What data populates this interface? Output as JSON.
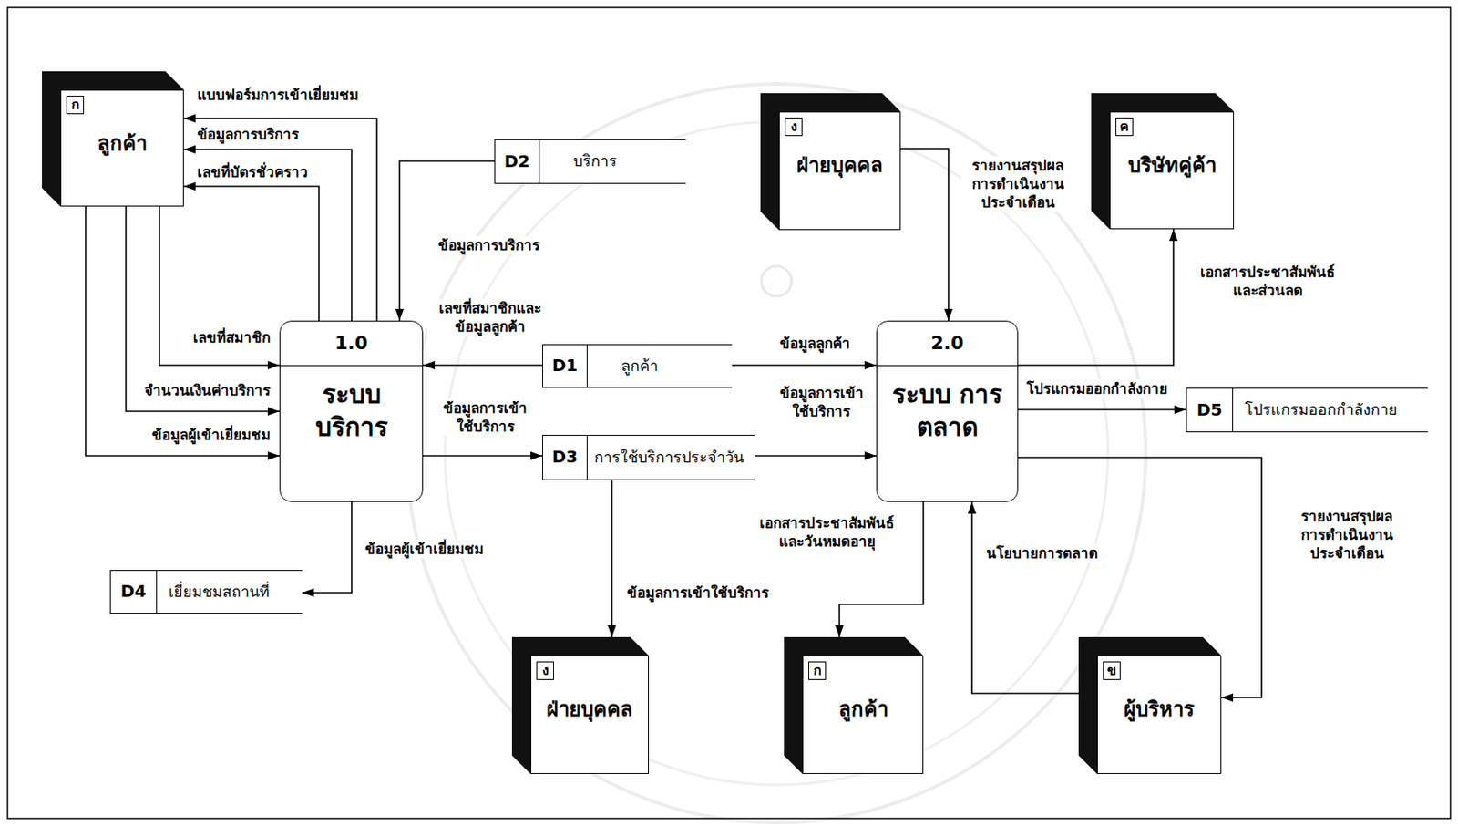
{
  "diagram": {
    "nodes": [
      {
        "text": [
          "ก",
          "ลูกค้า"
        ]
      },
      {
        "text": [
          "D2",
          "บริการ"
        ]
      },
      {
        "text": [
          "ง",
          "ฝ่ายบุคคล"
        ]
      },
      {
        "text": [
          "ค",
          "บริษัทคู่ค้า"
        ]
      },
      {
        "text": [
          "1.0",
          "ระบบ บริการ"
        ]
      },
      {
        "text": [
          "D1",
          "ลูกค้า"
        ]
      },
      {
        "text": [
          "2.0",
          "ระบบ การตลาด"
        ]
      },
      {
        "text": [
          "D5",
          "โปรแกรมออกกำลังกาย"
        ]
      },
      {
        "text": [
          "D3",
          "การใช้บริการประจำวัน"
        ]
      },
      {
        "text": [
          "D4",
          "เยี่ยมชมสถานที่"
        ]
      },
      {
        "text": [
          "ง",
          "ฝ่ายบุคคล"
        ]
      },
      {
        "text": [
          "ก",
          "ลูกค้า"
        ]
      },
      {
        "text": [
          "ข",
          "ผู้บริหาร"
        ]
      }
    ],
    "edges": [
      {
        "from": 4,
        "to": 0,
        "label": "แบบฟอร์มการเข้าเยี่ยมชม",
        "arrow": "to"
      },
      {
        "from": 4,
        "to": 0,
        "label": "ข้อมูลการบริการ",
        "arrow": "to"
      },
      {
        "from": 4,
        "to": 0,
        "label": "เลขที่บัตรชั่วคราว",
        "arrow": "to"
      },
      {
        "from": 0,
        "to": 4,
        "label": "เลขที่สมาชิก",
        "arrow": "to"
      },
      {
        "from": 0,
        "to": 4,
        "label": "จำนวนเงินค่าบริการ",
        "arrow": "to"
      },
      {
        "from": 0,
        "to": 4,
        "label": "ข้อมูลผู้เข้าเยี่ยมชม",
        "arrow": "to"
      },
      {
        "from": 1,
        "to": 4,
        "label": "ข้อมูลการบริการ",
        "arrow": "to"
      },
      {
        "from": 5,
        "to": 4,
        "label": "เลขที่สมาชิกและ ข้อมูลลูกค้า",
        "arrow": "to"
      },
      {
        "from": 4,
        "to": 8,
        "label": "ข้อมูลการเข้า ใช้บริการ",
        "arrow": "to"
      },
      {
        "from": 4,
        "to": 9,
        "label": "ข้อมูลผู้เข้าเยี่ยมชม",
        "arrow": "to"
      },
      {
        "from": 5,
        "to": 6,
        "label": "ข้อมูลลูกค้า",
        "arrow": "to"
      },
      {
        "from": 8,
        "to": 6,
        "label": "ข้อมูลการเข้า ใช้บริการ",
        "arrow": "to"
      },
      {
        "from": 8,
        "to": 10,
        "label": "ข้อมูลการเข้าใช้บริการ",
        "arrow": "to"
      },
      {
        "from": 2,
        "to": 6,
        "label": "รายงานสรุปผล การดำเนินงาน ประจำเดือน",
        "arrow": "to"
      },
      {
        "from": 6,
        "to": 3,
        "label": "เอกสารประชาสัมพันธ์ และส่วนลด",
        "arrow": "to"
      },
      {
        "from": 6,
        "to": 7,
        "label": "โปรแกรมออกกำลังกาย",
        "arrow": "to"
      },
      {
        "from": 6,
        "to": 12,
        "label": "รายงานสรุปผล การดำเนินงาน ประจำเดือน",
        "arrow": "to"
      },
      {
        "from": 6,
        "to": 11,
        "label": "เอกสารประชาสัมพันธ์ และวันหมดอายุ",
        "arrow": "to"
      },
      {
        "from": 12,
        "to": 6,
        "label": "นโยบายการตลาด",
        "arrow": "to"
      }
    ]
  }
}
